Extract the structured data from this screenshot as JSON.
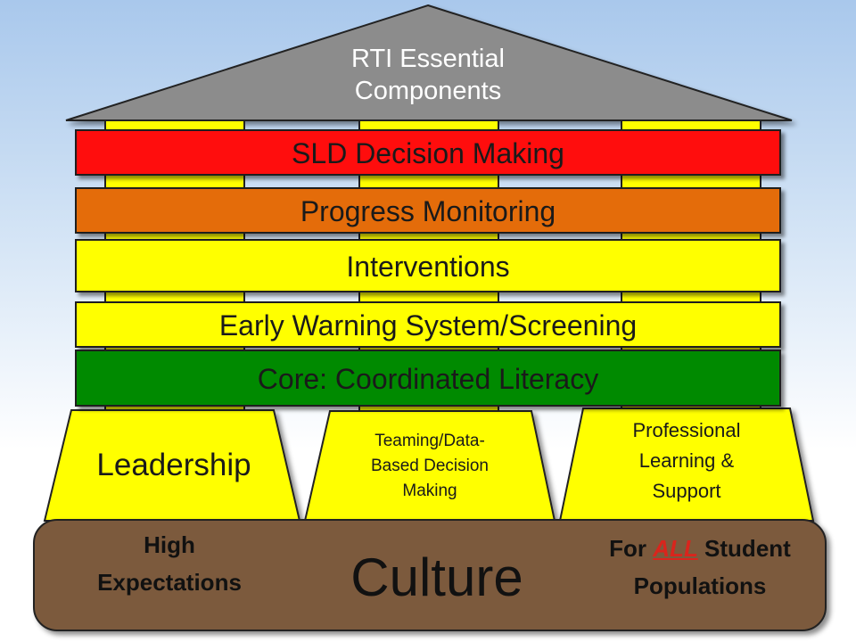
{
  "roof": {
    "title_line1": "RTI Essential",
    "title_line2": "Components"
  },
  "bands": [
    {
      "label": "SLD Decision Making",
      "color": "#ff0d0d",
      "text_color": "#1a1a1a"
    },
    {
      "label": "Progress Monitoring",
      "color": "#e46c0a",
      "text_color": "#1a1a1a"
    },
    {
      "label": "Interventions",
      "color": "#ffff00",
      "text_color": "#1a1a1a"
    },
    {
      "label": "Early Warning System/Screening",
      "color": "#ffff00",
      "text_color": "#1a1a1a"
    },
    {
      "label": "Core: Coordinated Literacy",
      "color": "#008a00",
      "text_color": "#1a1a1a"
    }
  ],
  "pillars": [
    {
      "lines": [
        "Leadership"
      ]
    },
    {
      "lines": [
        "Teaming/Data-",
        "Based Decision",
        "Making"
      ]
    },
    {
      "lines": [
        "Professional",
        "Learning &",
        "Support"
      ]
    }
  ],
  "foundation": {
    "title": "Culture",
    "left_line1": "High",
    "left_line2": "Expectations",
    "right_prefix": "For ",
    "right_emphasis": "ALL",
    "right_suffix": " Student",
    "right_line2": "Populations"
  },
  "colors": {
    "roof": "#8c8c8c",
    "column": "#ffff00",
    "pillar": "#ffff00",
    "foundation": "#7b5a3c",
    "emphasis": "#d9251d"
  }
}
